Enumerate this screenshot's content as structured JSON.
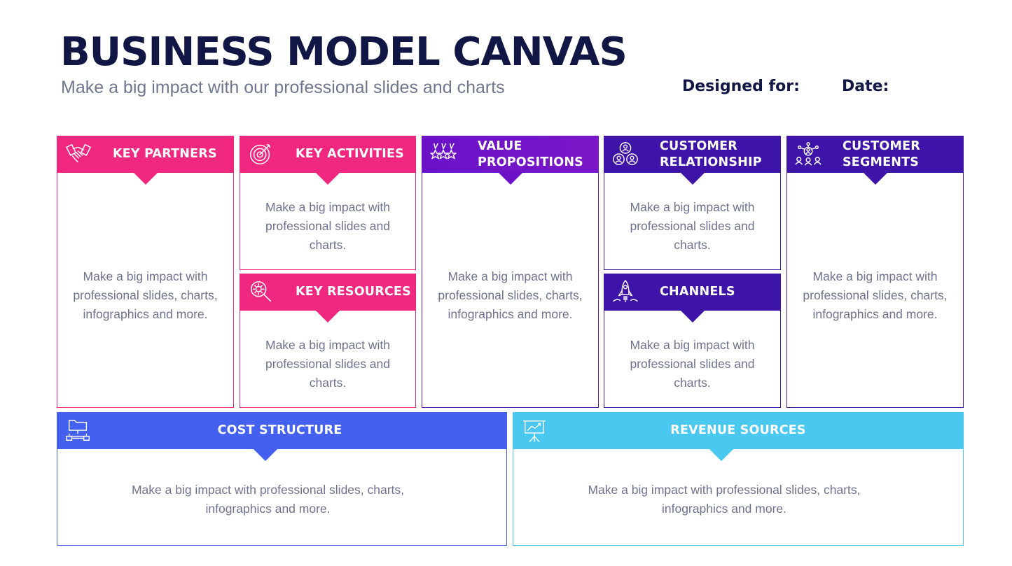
{
  "header": {
    "title": "BUSINESS MODEL CANVAS",
    "subtitle": "Make a big impact with our professional slides and charts",
    "designed_for_label": "Designed for:",
    "date_label": "Date:"
  },
  "blocks": {
    "key_partners": {
      "title": "KEY PARTNERS",
      "text": "Make a big impact with professional slides, charts, infographics and more.",
      "icon": "handshake-icon",
      "color": "#f0277f"
    },
    "key_activities": {
      "title": "KEY ACTIVITIES",
      "text": "Make a big impact with professional slides and charts.",
      "icon": "target-icon",
      "color": "#f0277f"
    },
    "key_resources": {
      "title": "KEY RESOURCES",
      "text": "Make a big impact with professional slides and charts.",
      "icon": "magnifier-gear-icon",
      "color": "#f0277f"
    },
    "value_propositions": {
      "title": "VALUE PROPOSITIONS",
      "text": "Make a big impact with professional slides, charts, infographics and more.",
      "icon": "medals-icon",
      "color": "#6e12c8"
    },
    "customer_relationship": {
      "title": "CUSTOMER RELATIONSHIP",
      "text": "Make a big impact with professional slides and charts.",
      "icon": "people-circles-icon",
      "color": "#3e13a8"
    },
    "channels": {
      "title": "CHANNELS",
      "text": "Make a big impact with professional slides and charts.",
      "icon": "rocket-icon",
      "color": "#3e13a8"
    },
    "customer_segments": {
      "title": "CUSTOMER SEGMENTS",
      "text": "Make a big impact with professional slides, charts, infographics and more.",
      "icon": "group-network-icon",
      "color": "#3e13a8"
    },
    "cost_structure": {
      "title": "COST STRUCTURE",
      "text": "Make a big impact with professional slides, charts, infographics and more.",
      "icon": "folder-network-icon",
      "color": "#4361ee"
    },
    "revenue_sources": {
      "title": "REVENUE SOURCES",
      "text": "Make a big impact with professional slides, charts, infographics and more.",
      "icon": "presentation-chart-icon",
      "color": "#4ac8f0"
    }
  }
}
